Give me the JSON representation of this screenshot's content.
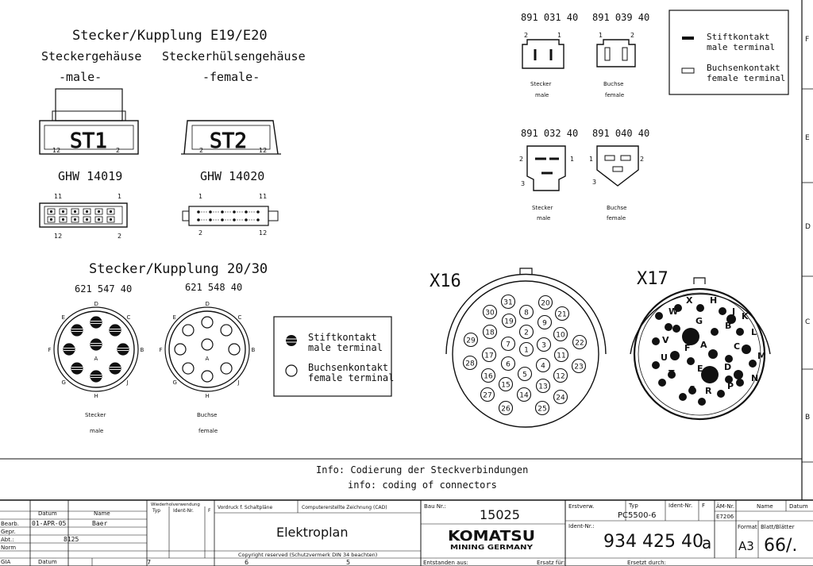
{
  "e19": {
    "title": "Stecker/Kupplung E19/E20",
    "housing_male": "Steckergehäuse",
    "housing_female": "Steckerhülsengehäuse",
    "male_label": "-male-",
    "female_label": "-female-",
    "st1": "ST1",
    "st2": "ST2",
    "st1_pin_left": "12",
    "st1_pin_right": "2",
    "st2_pin_left": "2",
    "st2_pin_right": "12",
    "ghw1": "GHW 14019",
    "ghw2": "GHW 14020",
    "pin_top_left": "11",
    "pin_top_right": "1",
    "pin_bot_left": "12",
    "pin_bot_right": "2",
    "pin_top_left_f": "1",
    "pin_top_right_f": "11",
    "pin_bot_left_f": "2",
    "pin_bot_right_f": "12"
  },
  "small_conn": {
    "p1": "891 031 40",
    "p2": "891 039 40",
    "p3": "891 032 40",
    "p4": "891 040 40",
    "stecker": "Stecker",
    "male": "male",
    "buchse": "Buchse",
    "female": "female",
    "n1": "1",
    "n2": "2",
    "n3": "3"
  },
  "legend_top": {
    "pin_de": "Stiftkontakt",
    "pin_en": "male terminal",
    "sock_de": "Buchsenkontakt",
    "sock_en": "female terminal"
  },
  "c2030": {
    "title": "Stecker/Kupplung 20/30",
    "pn_male": "621 547 40",
    "pn_female": "621 548 40",
    "letters": [
      "D",
      "C",
      "B",
      "J",
      "H",
      "G",
      "F",
      "E",
      "A"
    ],
    "stecker": "Stecker",
    "male": "male",
    "buchse": "Buchse",
    "female": "female"
  },
  "legend_mid": {
    "pin_de": "Stiftkontakt",
    "pin_en": "male terminal",
    "sock_de": "Buchsenkontakt",
    "sock_en": "female terminal"
  },
  "x16": {
    "title": "X16",
    "pins": [
      "1",
      "2",
      "3",
      "4",
      "5",
      "6",
      "7",
      "8",
      "9",
      "10",
      "11",
      "12",
      "13",
      "14",
      "15",
      "16",
      "17",
      "18",
      "19",
      "20",
      "21",
      "22",
      "23",
      "24",
      "25",
      "26",
      "27",
      "28",
      "29",
      "30",
      "31"
    ]
  },
  "x17": {
    "title": "X17",
    "letters": [
      "A",
      "B",
      "C",
      "D",
      "E",
      "F",
      "G",
      "H",
      "J",
      "K",
      "L",
      "M",
      "N",
      "P",
      "R",
      "S",
      "T",
      "U",
      "V",
      "W",
      "X"
    ]
  },
  "border_letters": [
    "F",
    "E",
    "D",
    "C",
    "B"
  ],
  "info": {
    "line1": "Info: Codierung der Steckverbindungen",
    "line2": "info: coding of connectors"
  },
  "titleblock": {
    "datum_h": "Datum",
    "name_h": "Name",
    "bearb": "Bearb.",
    "gepr": "Gepr.",
    "abt": "Abt.:",
    "norm": "Norm",
    "gia": "GIA",
    "datum_val": "01-APR-05",
    "name_val": "Baer",
    "abt_val": "8125",
    "datum_foot": "Datum",
    "wiederhol": "Wiederholverwendung",
    "typ_h": "Typ",
    "ident_h": "Ident-Nr.",
    "f_h": "F",
    "vordruck": "Vordruck f. Schaltpläne",
    "computer": "Computererstellte Zeichnung (CAD)",
    "elektroplan": "Elektroplan",
    "copyright": "Copyright reserved (Schutzvermerk DIN 34 beachten)",
    "bau_label": "Bau Nr.:",
    "bau_val": "15025",
    "brand1": "KOMATSU",
    "brand2": "MINING GERMANY",
    "erstverw": "Erstverw.",
    "typ_val": "PC5500-6",
    "identnr_label": "Ident-Nr.:",
    "identnr_val": "934 425 40",
    "identnr_suffix": "a",
    "am_nr": "ÄM-Nr.",
    "am_val": "E7206",
    "name2": "Name",
    "datum2": "Datum",
    "format_label": "Format",
    "format_val": "A3",
    "blatt_label": "Blatt/Blätter",
    "blatt_val": "66/.",
    "entstanden": "Entstanden aus:",
    "ersatz_fuer": "Ersatz für:",
    "ersetzt_durch": "Ersetzt durch:",
    "col7": "7",
    "col6": "6",
    "col5": "5",
    "dot": "."
  }
}
